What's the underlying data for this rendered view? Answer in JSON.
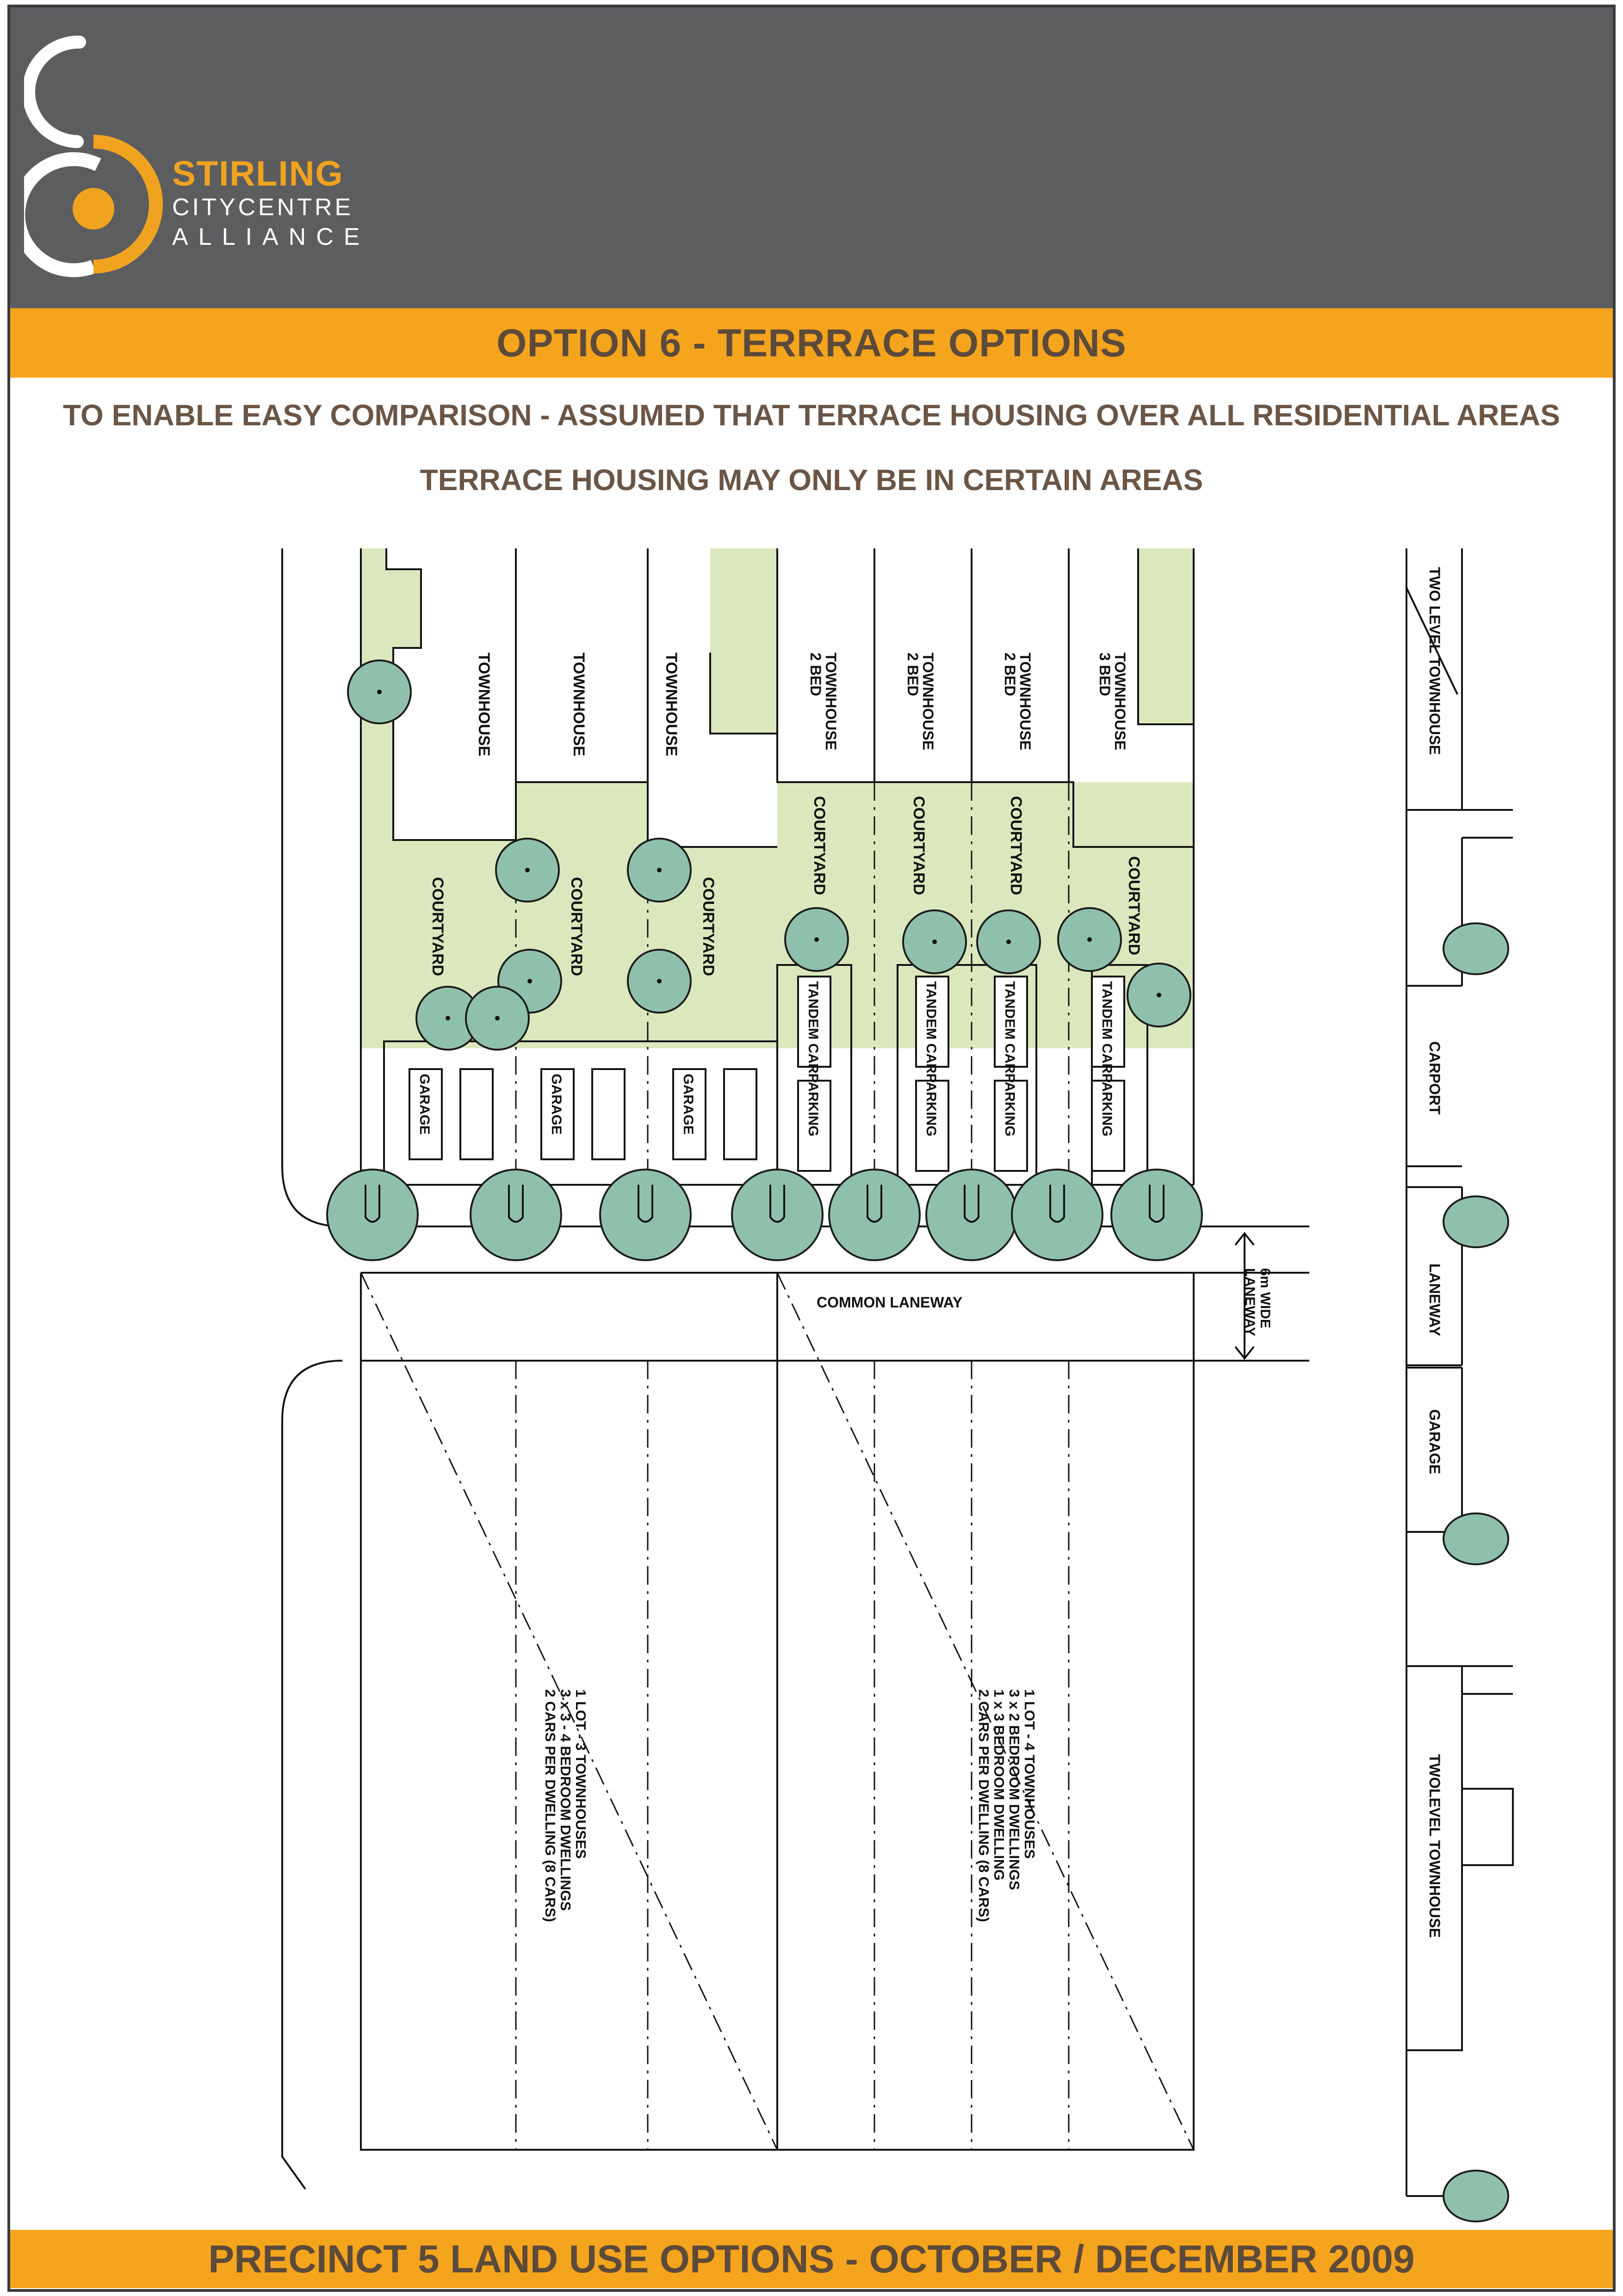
{
  "logo": {
    "line1": "STIRLING",
    "line2": "CITYCENTRE",
    "line3": "ALLIANCE"
  },
  "title": "OPTION 6 - TERRRACE OPTIONS",
  "subtitle_1": "TO ENABLE EASY COMPARISON - ASSUMED THAT TERRACE HOUSING OVER ALL RESIDENTIAL AREAS",
  "subtitle_2": "TERRACE HOUSING MAY ONLY BE IN CERTAIN AREAS",
  "footer": "PRECINCT 5 LAND USE OPTIONS  - OCTOBER / DECEMBER 2009",
  "plan": {
    "townhouse": "TOWNHOUSE",
    "townhouse_2bed_1": "TOWNHOUSE",
    "townhouse_2bed_2": "2 BED",
    "townhouse_3bed_1": "TOWNHOUSE",
    "townhouse_3bed_2": "3 BED",
    "courtyard": "COURTYARD",
    "garage": "GARAGE",
    "tandem": "TANDEM CARPARKING",
    "common_laneway": "COMMON LANEWAY",
    "laneway_width_1": "6m WIDE",
    "laneway_width_2": "LANEWAY",
    "lot_a": [
      "1 LOT - 3 TOWNHOUSES",
      "3 x 3 - 4 BEDROOM DWELLINGS",
      "2 CARS PER DWELLING (8 CARS)"
    ],
    "lot_b": [
      "1 LOT - 4 TOWNHOUSES",
      "3 x 2 BEDROOM DWELLINGS",
      "1 x 3 BEDROOM DWELLING",
      "2 CARS PER DWELLING (8 CARS)"
    ]
  },
  "section": {
    "two_level_townhouse_top": "TWO LEVEL TOWNHOUSE",
    "carport": "CARPORT",
    "laneway": "LANEWAY",
    "garage": "GARAGE",
    "two_level_townhouse_bottom": "TWOLEVEL TOWNHOUSE"
  },
  "colors": {
    "header": "#5c5d5f",
    "band": "#f5a41d",
    "lawn": "#dbe8bd",
    "tree": "#8fc0ac",
    "logo_accent": "#f0a31f"
  }
}
